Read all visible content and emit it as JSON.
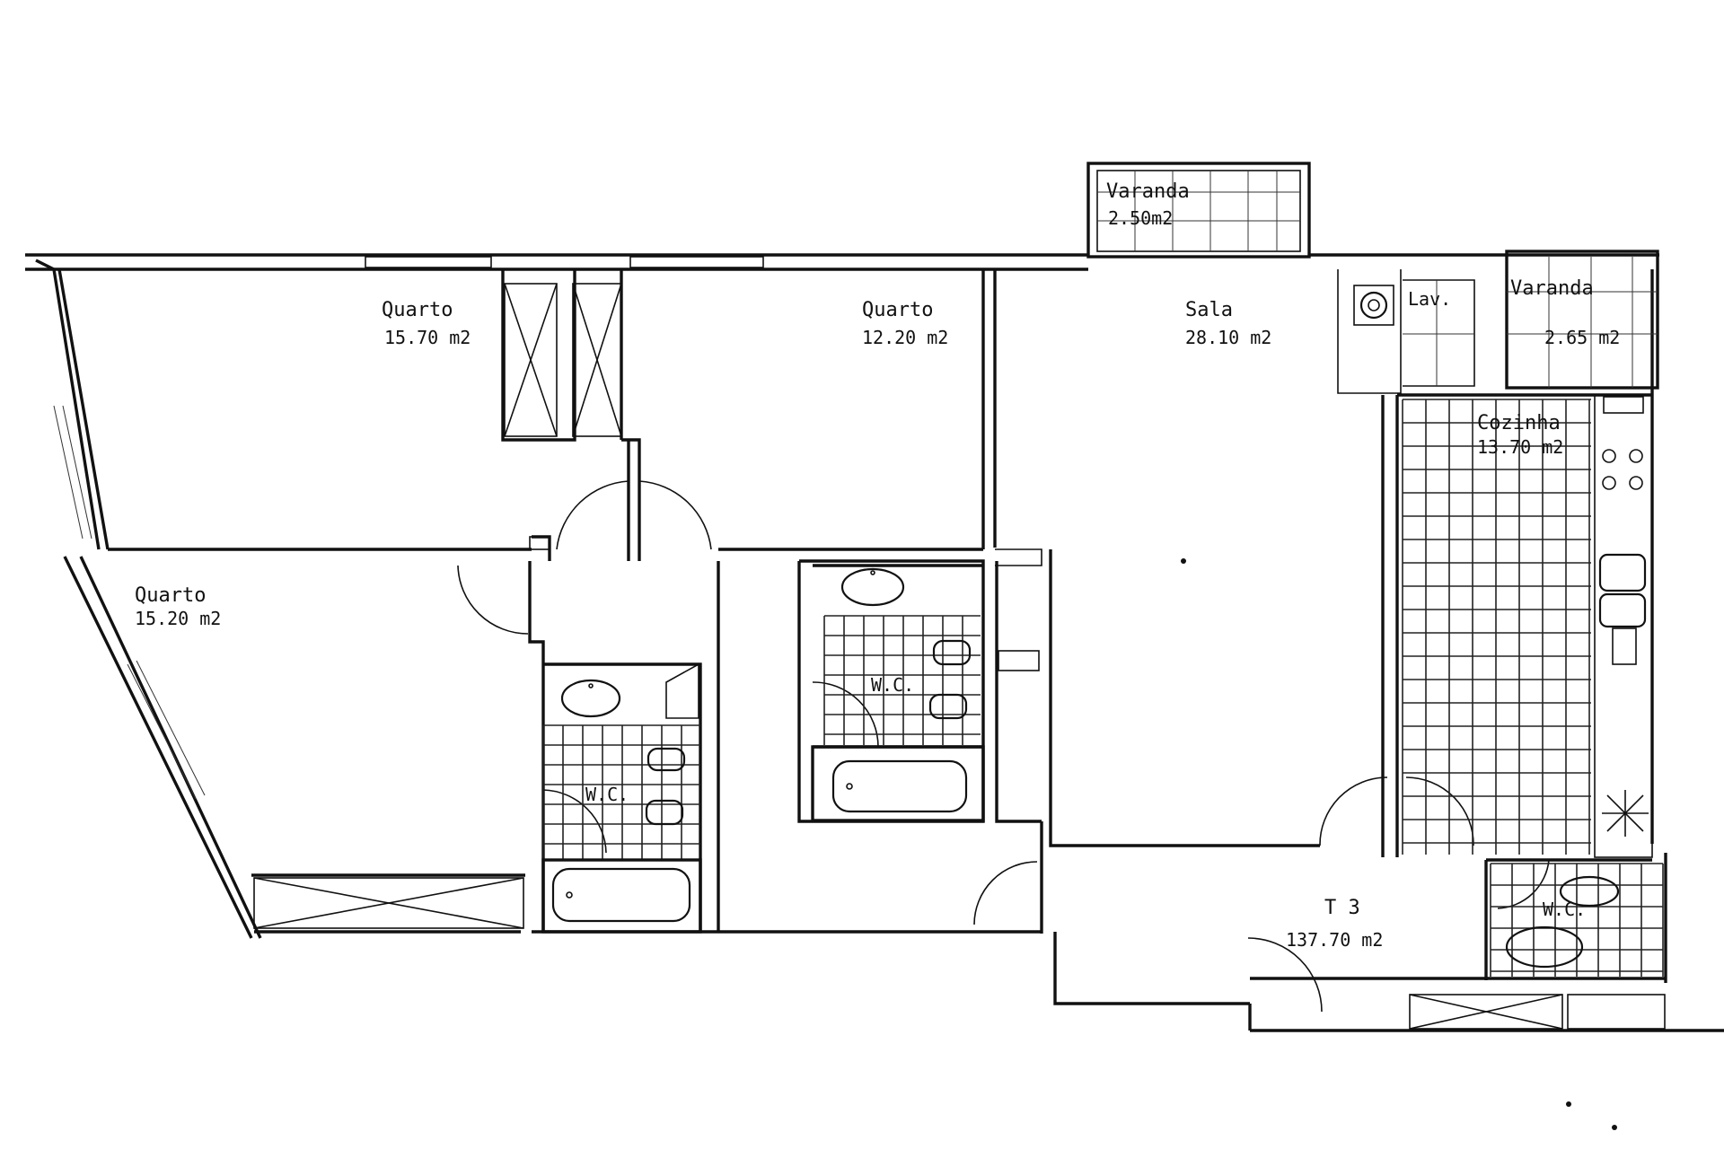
{
  "rooms": [
    {
      "id": "quarto1",
      "name": "Quarto",
      "area": "15.70 m2"
    },
    {
      "id": "quarto2",
      "name": "Quarto",
      "area": "12.20 m2"
    },
    {
      "id": "quarto3",
      "name": "Quarto",
      "area": "15.20 m2"
    },
    {
      "id": "sala",
      "name": "Sala",
      "area": "28.10 m2"
    },
    {
      "id": "varanda1",
      "name": "Varanda",
      "area": "2.50m2"
    },
    {
      "id": "varanda2",
      "name": "Varanda",
      "area": "2.65 m2"
    },
    {
      "id": "cozinha",
      "name": "Cozinha",
      "area": "13.70 m2"
    },
    {
      "id": "lav",
      "name": "Lav."
    },
    {
      "id": "wc1",
      "name": "W.C."
    },
    {
      "id": "wc2",
      "name": "W.C."
    },
    {
      "id": "wc3",
      "name": "W.C."
    }
  ],
  "unit": {
    "type": "T 3",
    "area": "137.70 m2"
  }
}
